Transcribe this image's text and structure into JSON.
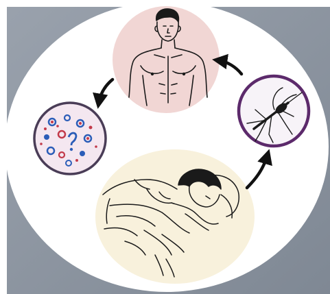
{
  "colors": {
    "background_gray": "#8f97a2",
    "disc": "#ffffff",
    "human_circle": "#f1d6d4",
    "sleeper_circle": "#f8f1dc",
    "outline": "#1a1a1a",
    "mosquito_ring": "#5c2a6b",
    "arrow": "#111111",
    "blood_ring": "#4a3d57",
    "blood_fill": "#f4e7f0",
    "parasite_blue": "#2b5db8",
    "parasite_red": "#c23a4a"
  },
  "diagram": {
    "nodes": [
      {
        "id": "human",
        "icon": "human-torso-icon"
      },
      {
        "id": "mosquito",
        "icon": "mosquito-icon"
      },
      {
        "id": "blood",
        "icon": "blood-cells-icon"
      },
      {
        "id": "sleeper",
        "icon": "sleeping-person-icon"
      }
    ],
    "arrows": [
      {
        "from": "sleeper",
        "to": "mosquito"
      },
      {
        "from": "mosquito",
        "to": "human"
      },
      {
        "from": "human",
        "to": "blood"
      }
    ]
  }
}
